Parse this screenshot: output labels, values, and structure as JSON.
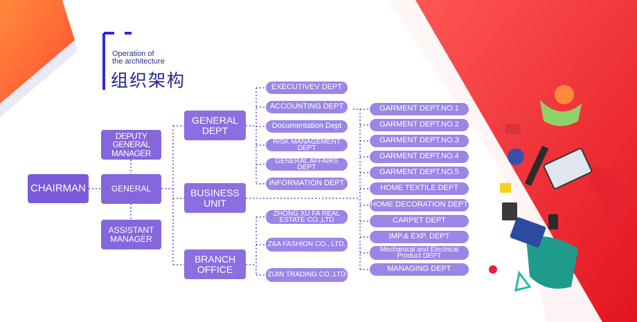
{
  "title": {
    "english_line1": "Operation of",
    "english_line2": "the architecture",
    "chinese": "组织架构"
  },
  "colors": {
    "primary_purple": "#7b5ad9",
    "light_purple": "#9b85e6",
    "accent_red": "#e8232f",
    "accent_orange": "#ff6a3d",
    "title_blue": "#23239a"
  },
  "org": {
    "chairman": "CHAIRMAN",
    "deputy_general_manager": "DEPUTY GENERAL MANAGER",
    "general": "GENERAL",
    "assistant_manager": "ASSISTANT MANAGER",
    "general_dept": "GENERAL DEPT",
    "business_unit": "BUSINESS UNIT",
    "branch_office": "BRANCH OFFICE",
    "general_dept_children": [
      "EXECUTIVEV DEPT",
      "ACCOUNTING DEPT",
      "Documentation Dept",
      "RISK MANAGEMENT DEPT",
      "GENERAL AFFAIRS DEPT",
      "INFORMATION DEPT"
    ],
    "branch_office_children": [
      "ZHONG XU FA REAL ESTATE CO.,LTD",
      "Z&A FASHION CO., LTD.",
      "ZIJIN TRADING CO.,LTD"
    ],
    "business_unit_children": [
      "GARMENT DEPT.NO.1",
      "GARMENT DEPT.NO.2",
      "GARMENT DEPT.NO.3",
      "GARMENT DEPT.NO.4",
      "GARMENT DEPT.NO.5",
      "HOME TEXTILE DEPT",
      "HOME DECORATION DEPT",
      "CARPET DEPT",
      "IMP.& EXP. DEPT",
      "Mechanical and Electrical Product DEPT",
      "MANAGING DEPT"
    ]
  }
}
